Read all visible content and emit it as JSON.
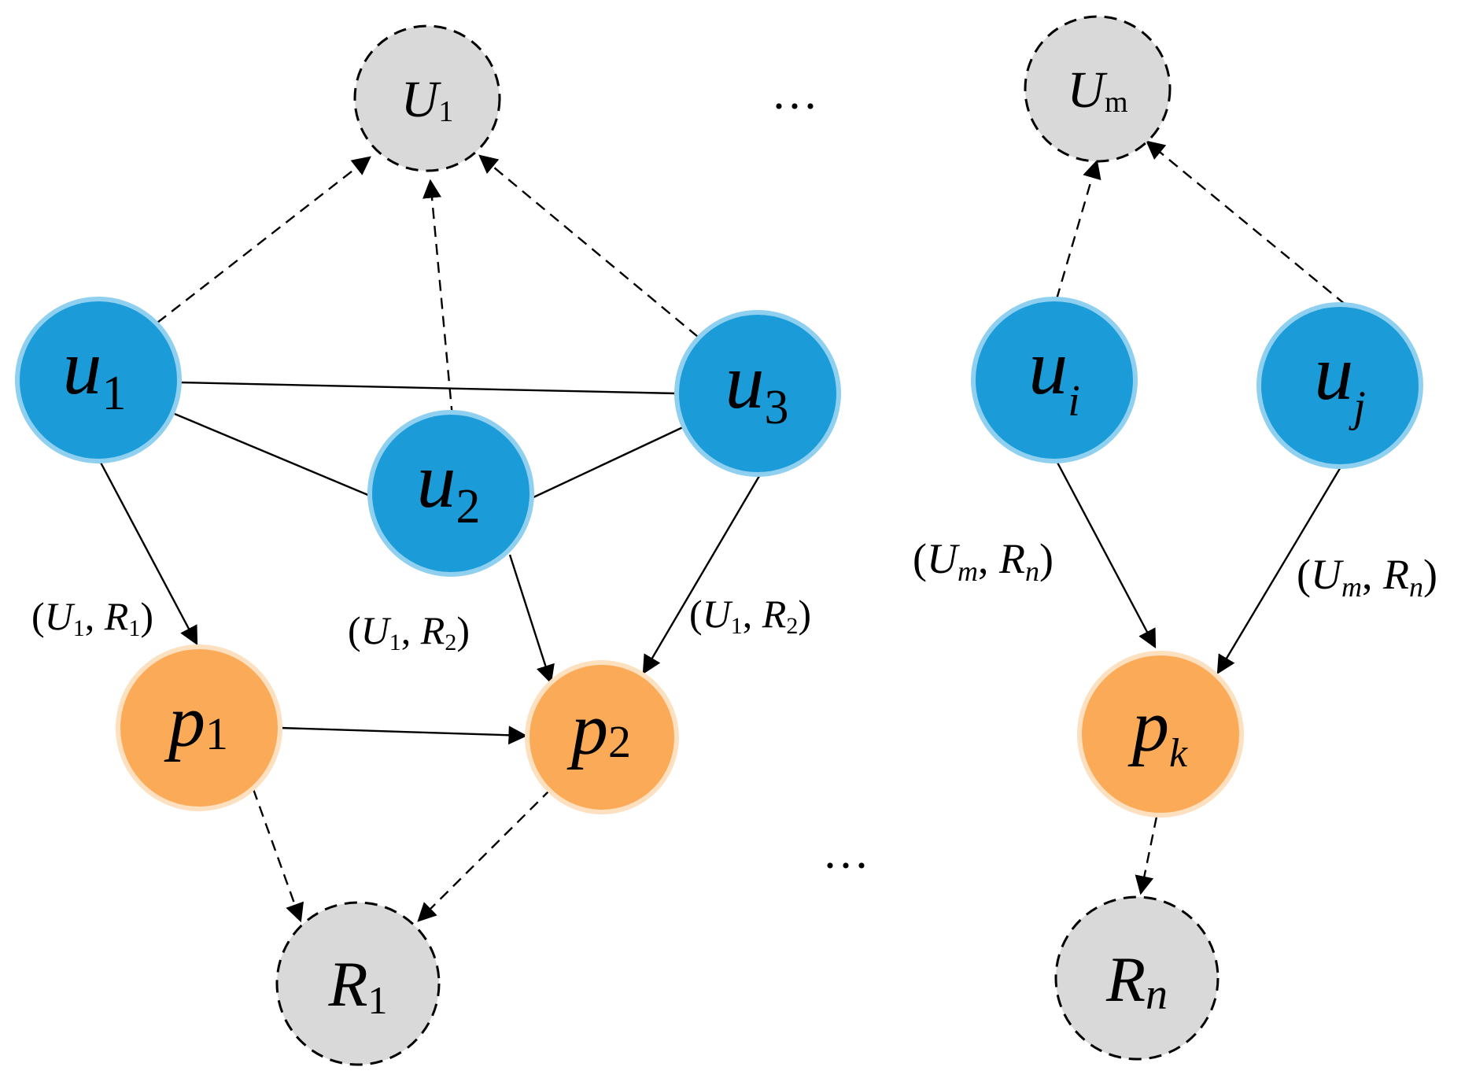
{
  "colors": {
    "user_fill": "#1b9bd7",
    "user_stroke": "#8fd0f0",
    "poi_fill": "#fbaa58",
    "poi_stroke": "#fde0bf",
    "group_fill": "#d9d9d9",
    "line": "#000000"
  },
  "groups": {
    "U1": {
      "base": "U",
      "sub": "1"
    },
    "Um": {
      "base": "U",
      "sub": "m"
    },
    "R1": {
      "base": "R",
      "sub": "1"
    },
    "Rn": {
      "base": "R",
      "sub": "n"
    }
  },
  "users": {
    "u1": {
      "base": "u",
      "sub": "1"
    },
    "u2": {
      "base": "u",
      "sub": "2"
    },
    "u3": {
      "base": "u",
      "sub": "3"
    },
    "ui": {
      "base": "u",
      "sub": "i"
    },
    "uj": {
      "base": "u",
      "sub": "j"
    }
  },
  "pois": {
    "p1": {
      "base": "p",
      "sub": "1"
    },
    "p2": {
      "base": "p",
      "sub": "2"
    },
    "pk": {
      "base": "p",
      "sub": "k"
    }
  },
  "edge_labels": {
    "u1_p1": {
      "open": "(",
      "a": "U",
      "a_sub": "1",
      "sep": ", ",
      "b": "R",
      "b_sub": "1",
      "close": ")"
    },
    "u2_p2": {
      "open": "(",
      "a": "U",
      "a_sub": "1",
      "sep": ", ",
      "b": "R",
      "b_sub": "2",
      "close": ")"
    },
    "u3_p2": {
      "open": "(",
      "a": "U",
      "a_sub": "1",
      "sep": ", ",
      "b": "R",
      "b_sub": "2",
      "close": ")"
    },
    "ui_pk": {
      "open": "(",
      "a": "U",
      "a_sub": "m",
      "sep": ", ",
      "b": "R",
      "b_sub": "n",
      "close": ")"
    },
    "uj_pk": {
      "open": "(",
      "a": "U",
      "a_sub": "m",
      "sep": ", ",
      "b": "R",
      "b_sub": "n",
      "close": ")"
    }
  },
  "ellipsis_top": "···",
  "ellipsis_bottom": "···"
}
